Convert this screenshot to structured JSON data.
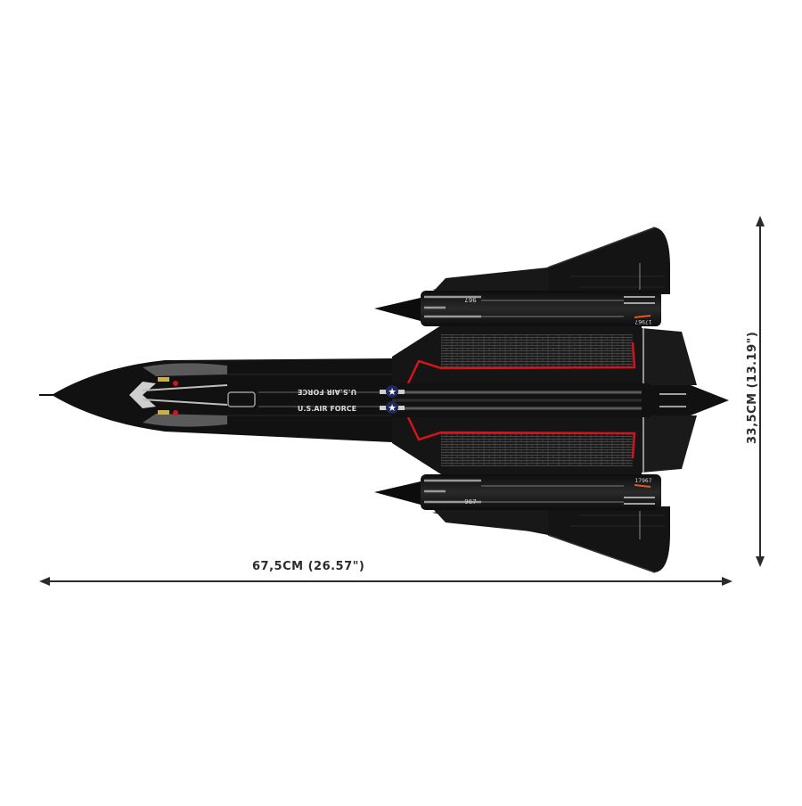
{
  "product": {
    "name": "SR-71 Blackbird brick model (top view)",
    "view": "top"
  },
  "dimensions": {
    "length_label": "67,5CM (26.57\")",
    "width_label": "33,5CM (13.19\")"
  },
  "markings": {
    "fuselage_text_top": "U.S.AIR FORCE",
    "fuselage_text_bottom": "U.S.AIR FORCE",
    "nacelle_number_top": "967",
    "nacelle_number_bottom": "967",
    "tail_code_top": "17967",
    "tail_code_bottom": "17967"
  },
  "colors": {
    "background": "#ffffff",
    "aircraft_body": "#111111",
    "panel_gray": "#3a3a3a",
    "stripe_light": "#9a9a9a",
    "red_outline": "#d0161b",
    "roundel_blue": "#1f2a5a",
    "arrow": "#2b2b2b",
    "yellow_detail": "#c9b24a"
  }
}
